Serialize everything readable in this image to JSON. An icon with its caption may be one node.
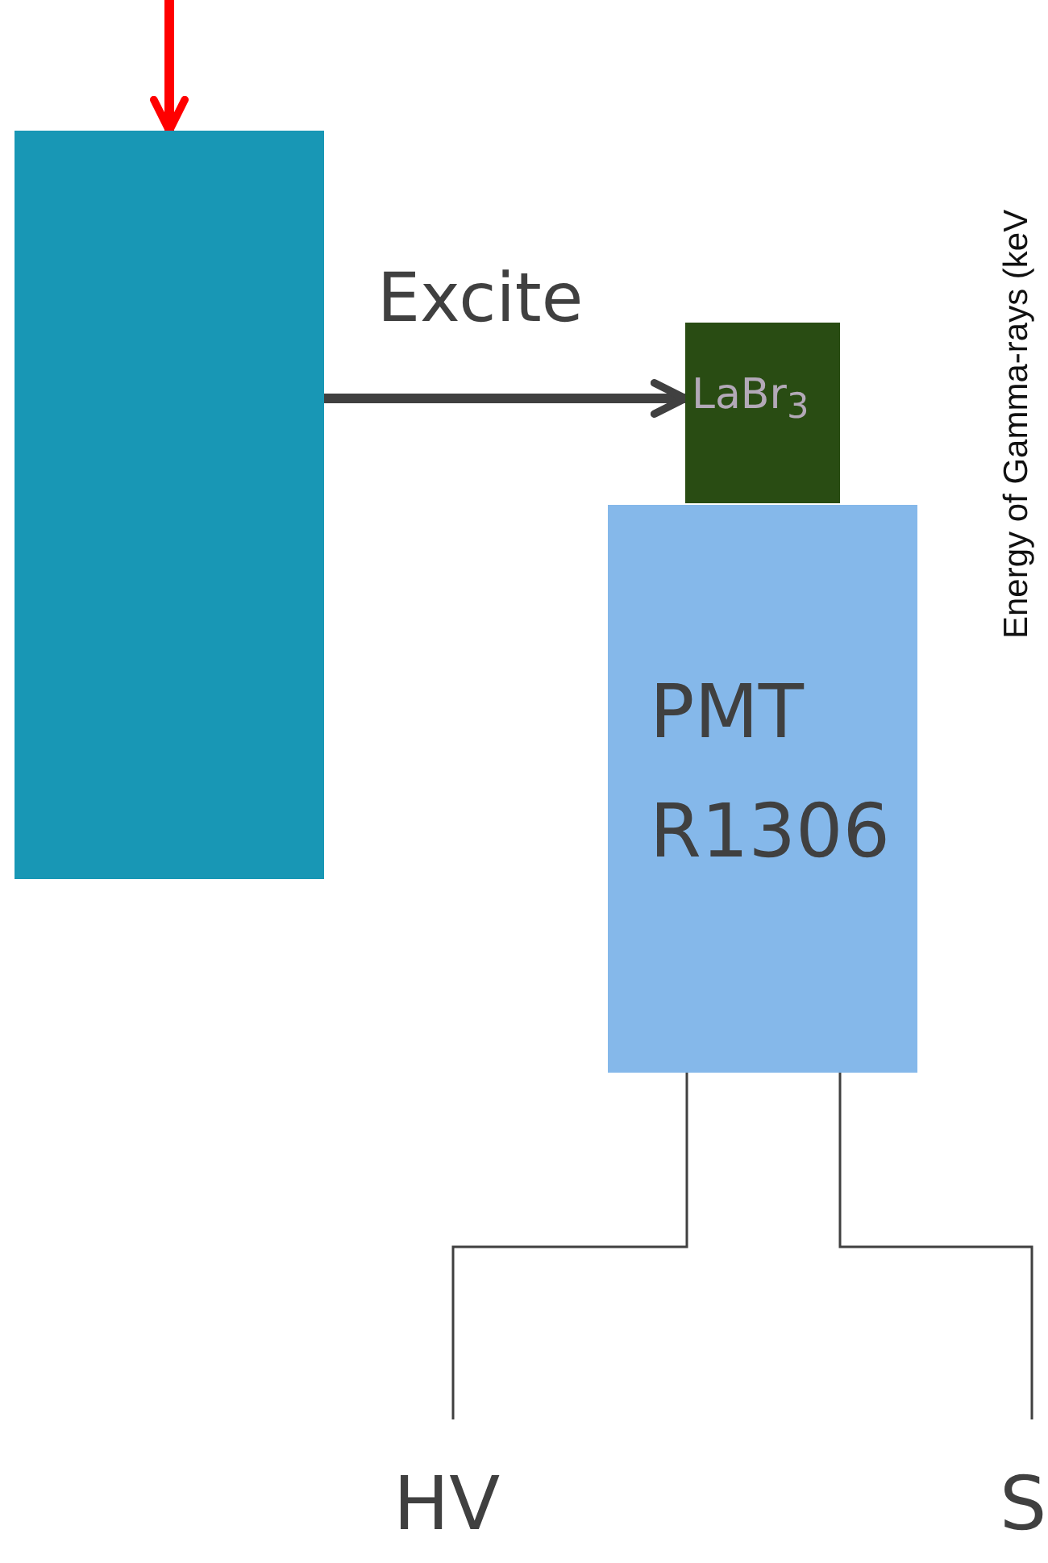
{
  "diagram": {
    "nodes": [
      {
        "text": [],
        "shape": "box"
      },
      {
        "text": [
          "LaBr$_{3}$"
        ]
      },
      {
        "text": [
          "PMT R1306"
        ]
      },
      {
        "text": [
          "HV"
        ]
      },
      {
        "text": [
          "Si"
        ]
      }
    ],
    "edges": [
      {
        "from": null,
        "to": 0,
        "arrow": "to",
        "style": "thick",
        "color": "#ff0000"
      },
      {
        "from": 0,
        "to": 1,
        "arrow": "to",
        "label": "Excite",
        "style": "thick"
      },
      {
        "from": 2,
        "to": 3,
        "arrow": "none"
      },
      {
        "from": 2,
        "to": 4,
        "arrow": "none"
      }
    ],
    "labels": [
      "Energy of Gamma-rays (keV"
    ]
  }
}
